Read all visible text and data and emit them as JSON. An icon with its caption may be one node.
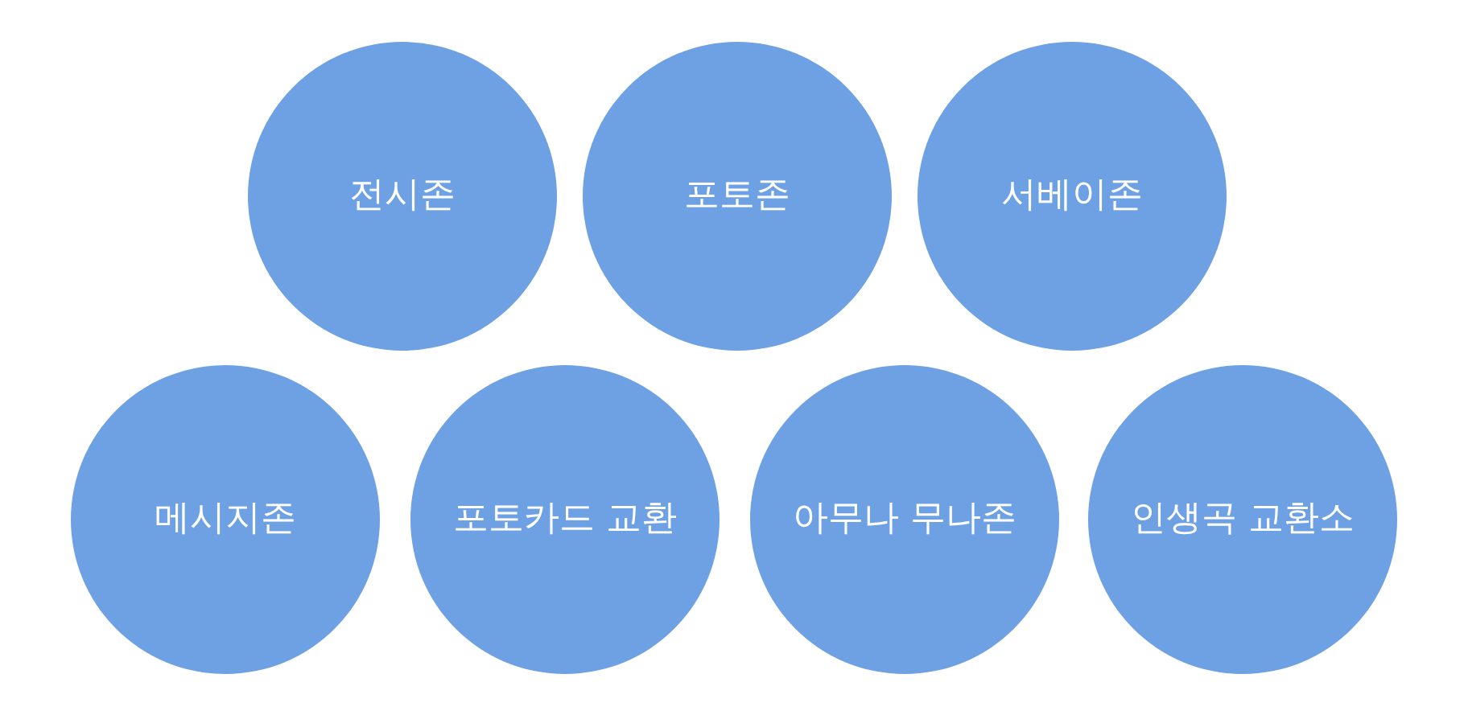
{
  "diagram": {
    "nodes": [
      {
        "text": [
          "전시존"
        ]
      },
      {
        "text": [
          "포토존"
        ]
      },
      {
        "text": [
          "서베이존"
        ]
      },
      {
        "text": [
          "메시지존"
        ]
      },
      {
        "text": [
          "포토카드 교환"
        ]
      },
      {
        "text": [
          "아무나 무나존"
        ]
      },
      {
        "text": [
          "인생곡 교환소"
        ]
      }
    ]
  }
}
